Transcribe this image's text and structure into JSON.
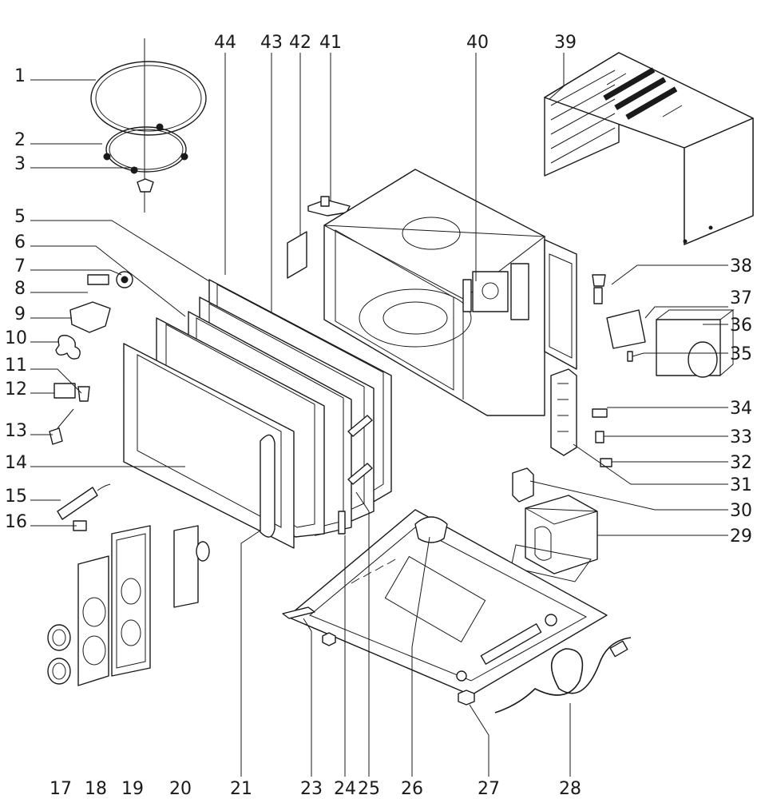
{
  "part_numbers": [
    "1",
    "2",
    "3",
    "5",
    "6",
    "7",
    "8",
    "9",
    "10",
    "11",
    "12",
    "13",
    "14",
    "15",
    "16",
    "17",
    "18",
    "19",
    "20",
    "21",
    "23",
    "24",
    "25",
    "26",
    "27",
    "28",
    "29",
    "30",
    "31",
    "32",
    "33",
    "34",
    "35",
    "36",
    "37",
    "38",
    "39",
    "40",
    "41",
    "42",
    "43",
    "44"
  ]
}
